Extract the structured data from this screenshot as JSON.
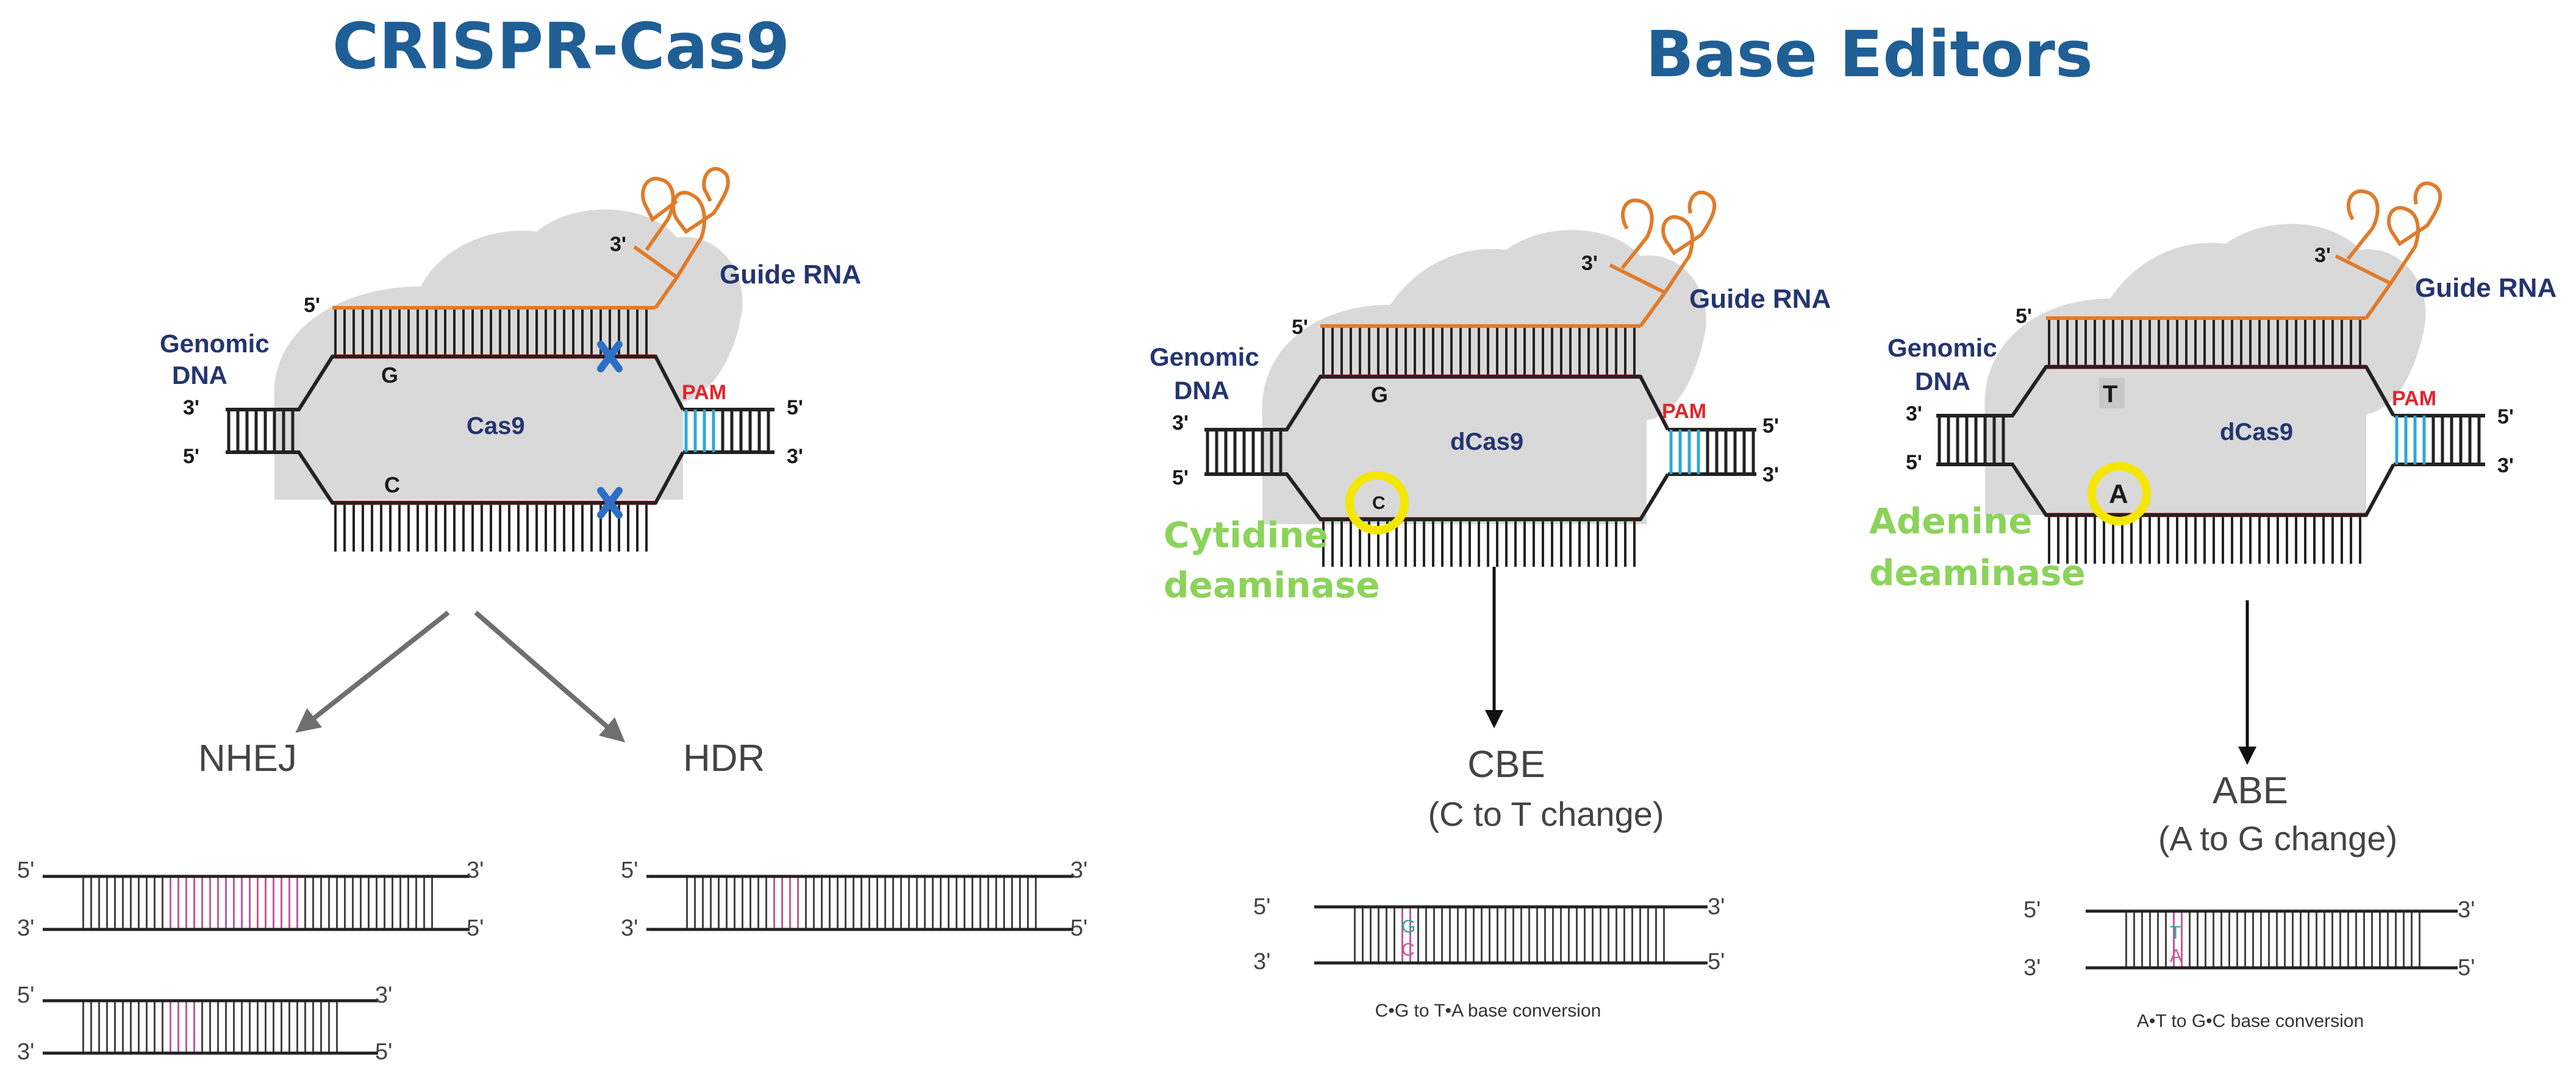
{
  "colors": {
    "title": "#1f5f96",
    "strand_red": "#e0262a",
    "rna_orange": "#e07b2a",
    "pam_blue": "#2aa8d8",
    "nick_blue": "#2c6fc4",
    "label_navy": "#24356f",
    "deaminase_green": "#8bd35a",
    "highlight_yellow": "#f5e600",
    "edit_pink": "#c25a9a",
    "protein_gray": "#d9d9d9"
  },
  "left": {
    "title": "CRISPR-Cas9",
    "guide_rna": "Guide RNA",
    "rna_3prime": "3'",
    "top_5prime": "5'",
    "genomic": "Genomic",
    "dna": "DNA",
    "base_g": "G",
    "base_c": "C",
    "protein": "Cas9",
    "pam": "PAM",
    "left_3": "3'",
    "left_5": "5'",
    "right_5": "5'",
    "right_3": "3'",
    "nhej": "NHEJ",
    "hdr": "HDR",
    "nhej1_l_top": "5'",
    "nhej1_l_bot": "3'",
    "nhej1_r_top": "3'",
    "nhej1_r_bot": "5'",
    "nhej2_l_top": "5'",
    "nhej2_l_bot": "3'",
    "nhej2_r_top": "3'",
    "nhej2_r_bot": "5'",
    "hdr_l_top": "5'",
    "hdr_l_bot": "3'",
    "hdr_r_top": "3'",
    "hdr_r_bot": "5'"
  },
  "right": {
    "title": "Base Editors",
    "cbe": {
      "guide_rna": "Guide RNA",
      "rna_3prime": "3'",
      "top_5prime": "5'",
      "genomic": "Genomic",
      "dna": "DNA",
      "base_g": "G",
      "base_c": "C",
      "protein": "dCas9",
      "pam": "PAM",
      "left_3": "3'",
      "left_5": "5'",
      "right_5": "5'",
      "right_3": "3'",
      "deaminase_1": "Cytidine",
      "deaminase_2": "deaminase",
      "editor": "CBE",
      "change": "(C to T change)",
      "dna_l_top": "5'",
      "dna_l_bot": "3'",
      "dna_r_top": "3'",
      "dna_r_bot": "5'",
      "edit_top": "G",
      "edit_bot": "C",
      "conversion": "C•G to T•A base conversion"
    },
    "abe": {
      "guide_rna": "Guide RNA",
      "rna_3prime": "3'",
      "top_5prime": "5'",
      "genomic": "Genomic",
      "dna": "DNA",
      "base_t": "T",
      "base_a": "A",
      "protein": "dCas9",
      "pam": "PAM",
      "left_3": "3'",
      "left_5": "5'",
      "right_5": "5'",
      "right_3": "3'",
      "deaminase_1": "Adenine",
      "deaminase_2": "deaminase",
      "editor": "ABE",
      "change": "(A to G change)",
      "dna_l_top": "5'",
      "dna_l_bot": "3'",
      "dna_r_top": "3'",
      "dna_r_bot": "5'",
      "edit_top": "T",
      "edit_bot": "A",
      "conversion": "A•T to G•C base conversion"
    }
  }
}
